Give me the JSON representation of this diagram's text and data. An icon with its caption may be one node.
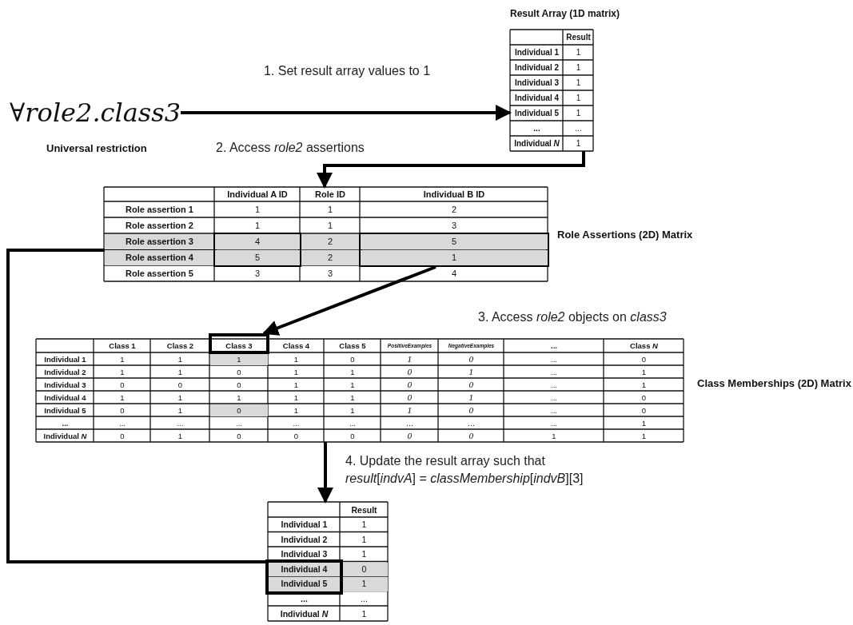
{
  "diagram": {
    "nodes": [
      {
        "text": [
          "∀*role2.class3*"
        ]
      },
      {
        "text": [
          "Result Array (1D matrix)",
          "Result",
          "Individual 1",
          "1",
          "Individual 2",
          "1",
          "Individual 3",
          "1",
          "Individual 4",
          "1",
          "Individual 5",
          "1",
          "...",
          "...",
          "Individual *N*",
          "1"
        ]
      },
      {
        "text": [
          "Role Assertions (2D) Matrix",
          "Individual A ID",
          "Role ID",
          "Individual B ID",
          "Role assertion 1",
          "1",
          "1",
          "2",
          "Role assertion 2",
          "1",
          "1",
          "3",
          "Role assertion 3",
          "2",
          "Role assertion 4",
          "2",
          "Role assertion 5",
          "3",
          "3",
          "4"
        ]
      },
      {
        "text": [
          "4",
          "5"
        ],
        "in": 2
      },
      {
        "text": [
          "5",
          "1"
        ],
        "in": 2
      },
      {
        "text": [
          "Class Memberships (2D) Matrix",
          "Class 1",
          "Class 2",
          "Class 4",
          "Class 5",
          "PositiveExamples",
          "NegativeExamples",
          "...",
          "Class *N*",
          "Individual 1",
          "1",
          "1",
          "1",
          "1",
          "0",
          "1",
          "0",
          "...",
          "0",
          "Individual 2",
          "1",
          "1",
          "0",
          "1",
          "1",
          "0",
          "1",
          "...",
          "1",
          "Individual 3",
          "0",
          "0",
          "0",
          "1",
          "1",
          "0",
          "0",
          "...",
          "1",
          "Individual 4",
          "1",
          "1",
          "1",
          "1",
          "1",
          "0",
          "1",
          "...",
          "0",
          "Individual 5",
          "0",
          "1",
          "0",
          "1",
          "1",
          "1",
          "0",
          "...",
          "0",
          "...",
          "...",
          "...",
          "...",
          "...",
          "...",
          "...",
          "...",
          "...",
          "1",
          "Individual *N*",
          "0",
          "1",
          "0",
          "0",
          "0",
          "0",
          "0",
          "1",
          "1"
        ]
      },
      {
        "text": [
          "Class 3"
        ],
        "in": 5
      },
      {
        "text": [
          "Result",
          "Individual 1",
          "1",
          "Individual 2",
          "1",
          "Individual 3",
          "1",
          "0",
          "1",
          "...",
          "...",
          "Individual *N*",
          "1"
        ]
      },
      {
        "text": [
          "Individual 4",
          "Individual 5"
        ],
        "in": 7
      }
    ],
    "edges": [
      {
        "from": 0,
        "to": 1,
        "arrow": "to",
        "label": "1. Set result array values to 1"
      },
      {
        "from": 1,
        "to": 2,
        "arrow": "to",
        "label": "2. Access *role2* assertions"
      },
      {
        "from": 4,
        "to": 6,
        "arrow": "to",
        "label": "3. Access *role2* objects on *class3*"
      },
      {
        "from": 5,
        "to": 7,
        "arrow": "to",
        "label": "4. Update the result array such that *result*[*indvA*] = *classMembership*[*indvB*][3]"
      },
      {
        "from": 3,
        "to": 8,
        "arrow": "none"
      }
    ],
    "labels": [
      "Universal restriction"
    ]
  }
}
